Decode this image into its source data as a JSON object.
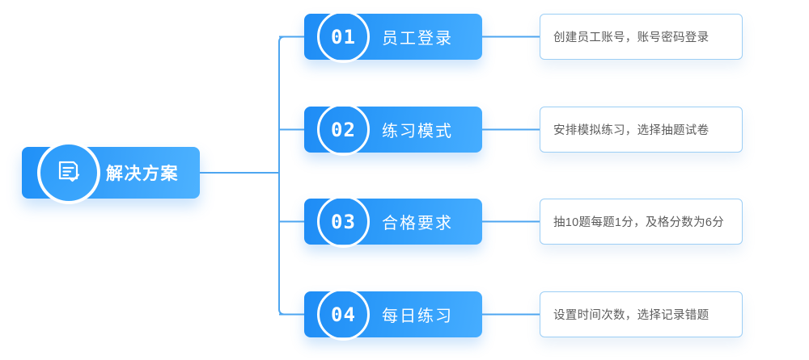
{
  "diagram": {
    "type": "mind-map",
    "accent_color": "#2f9dfa",
    "accent_color_dark": "#1e8cf5",
    "accent_color_light": "#46adff",
    "connector_color": "#4ea6f0",
    "desc_border_color": "#9ccef5",
    "desc_text_color": "#5c5c5c",
    "background": "#ffffff"
  },
  "root": {
    "label": "解决方案",
    "icon": "document-check-icon"
  },
  "steps": [
    {
      "number": "01",
      "label": "员工登录",
      "description": "创建员工账号，账号密码登录"
    },
    {
      "number": "02",
      "label": "练习模式",
      "description": "安排模拟练习，选择抽题试卷"
    },
    {
      "number": "03",
      "label": "合格要求",
      "description": "抽10题每题1分，及格分数为6分"
    },
    {
      "number": "04",
      "label": "每日练习",
      "description": "设置时间次数，选择记录错题"
    }
  ]
}
